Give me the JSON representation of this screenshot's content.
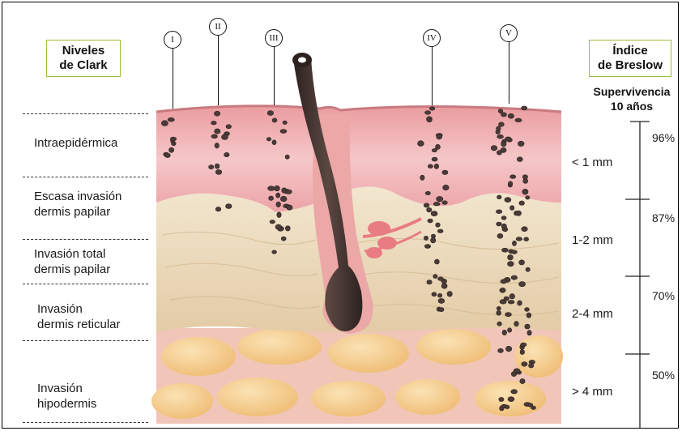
{
  "clark_header": "Niveles\nde Clark",
  "breslow_header": "Índice\nde Breslow",
  "survival_header": "Supervivencia\n10 años",
  "clark_levels": [
    {
      "roman": "I",
      "label": "Intraepidérmica"
    },
    {
      "roman": "II",
      "label": "Escasa invasión\ndermis papilar"
    },
    {
      "roman": "III",
      "label": "Invasión total\ndermis papilar"
    },
    {
      "roman": "IV",
      "label": "Invasión\ndermis reticular"
    },
    {
      "roman": "V",
      "label": "Invasión\nhipodermis"
    }
  ],
  "breslow": [
    {
      "thickness": "< 1 mm",
      "survival": "96%"
    },
    {
      "thickness": "1-2 mm",
      "survival": "87%"
    },
    {
      "thickness": "2-4 mm",
      "survival": "70%"
    },
    {
      "thickness": "> 4 mm",
      "survival": "50%"
    }
  ],
  "colors": {
    "epidermis": "#f0b8ba",
    "dermis": "#eddcc0",
    "fat": "#f3cf95",
    "hair": "#3d2f2b",
    "cells": "#4a3b38",
    "label_border": "#9bbf3a"
  }
}
